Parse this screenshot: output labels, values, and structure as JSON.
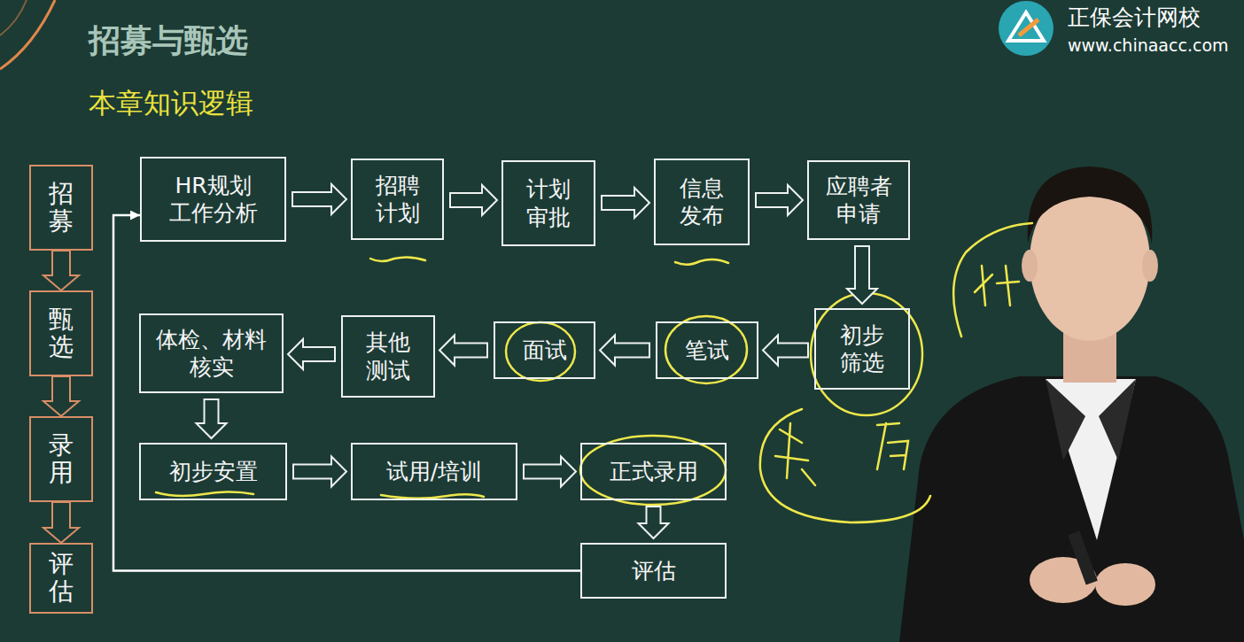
{
  "diagram": {
    "title": "招募与甄选",
    "nodes": [
      {
        "text": [
          "招募"
        ]
      },
      {
        "text": [
          "甄选"
        ]
      },
      {
        "text": [
          "录用"
        ]
      },
      {
        "text": [
          "评估"
        ]
      },
      {
        "text": [
          "HR规划 工作分析"
        ]
      },
      {
        "text": [
          "招聘 计划"
        ]
      },
      {
        "text": [
          "计划 审批"
        ]
      },
      {
        "text": [
          "信息 发布"
        ]
      },
      {
        "text": [
          "应聘者 申请"
        ]
      },
      {
        "text": [
          "初步 筛选"
        ]
      },
      {
        "text": [
          "笔试"
        ]
      },
      {
        "text": [
          "面试"
        ]
      },
      {
        "text": [
          "其他 测试"
        ]
      },
      {
        "text": [
          "体检、材料 核实"
        ]
      },
      {
        "text": [
          "初步安置"
        ]
      },
      {
        "text": [
          "试用/培训"
        ]
      },
      {
        "text": [
          "正式录用"
        ]
      },
      {
        "text": [
          "评估"
        ]
      }
    ],
    "edges": [
      {
        "from": 0,
        "to": 1,
        "arrow": "to"
      },
      {
        "from": 1,
        "to": 2,
        "arrow": "to"
      },
      {
        "from": 2,
        "to": 3,
        "arrow": "to"
      },
      {
        "from": 4,
        "to": 5,
        "arrow": "to"
      },
      {
        "from": 5,
        "to": 6,
        "arrow": "to"
      },
      {
        "from": 6,
        "to": 7,
        "arrow": "to"
      },
      {
        "from": 7,
        "to": 8,
        "arrow": "to"
      },
      {
        "from": 8,
        "to": 9,
        "arrow": "to"
      },
      {
        "from": 9,
        "to": 10,
        "arrow": "to"
      },
      {
        "from": 10,
        "to": 11,
        "arrow": "to"
      },
      {
        "from": 11,
        "to": 12,
        "arrow": "to"
      },
      {
        "from": 12,
        "to": 13,
        "arrow": "to"
      },
      {
        "from": 13,
        "to": 14,
        "arrow": "to"
      },
      {
        "from": 14,
        "to": 15,
        "arrow": "to"
      },
      {
        "from": 15,
        "to": 16,
        "arrow": "to"
      },
      {
        "from": 16,
        "to": 17,
        "arrow": "to"
      },
      {
        "from": 17,
        "to": 4,
        "arrow": "to"
      }
    ],
    "labels": [
      "本章知识逻辑",
      "正保会计网校",
      "www.chinaacc.com"
    ]
  }
}
